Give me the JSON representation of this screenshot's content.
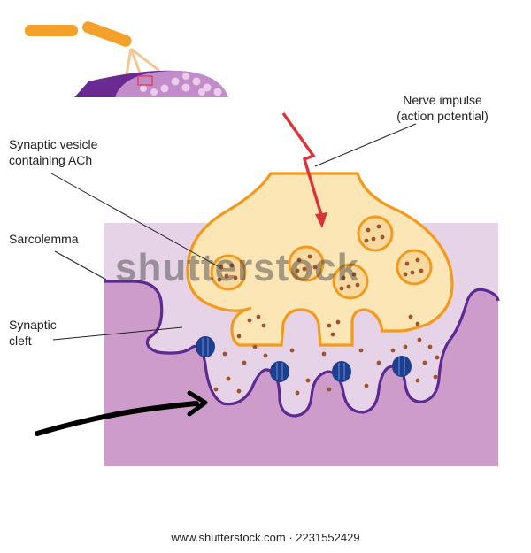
{
  "labels": {
    "nerve_impulse_line1": "Nerve impulse",
    "nerve_impulse_line2": "(action potential)",
    "vesicle_line1": "Synaptic vesicle",
    "vesicle_line2": "containing ACh",
    "sarcolemma": "Sarcolemma",
    "cleft_line1": "Synaptic",
    "cleft_line2": "cleft"
  },
  "watermark": "shutterstock",
  "footer": "www.shutterstock.com · 2231552429",
  "colors": {
    "axon": "#f4a12c",
    "terminal_fill": "#fde6b6",
    "terminal_stroke": "#f29a1e",
    "muscle": "#cd9ccb",
    "muscle_light": "#e6d3e7",
    "sarcolemma": "#5b2a94",
    "receptor": "#1e3f8f",
    "ach": "#a0522d",
    "impulse": "#d9343a"
  }
}
